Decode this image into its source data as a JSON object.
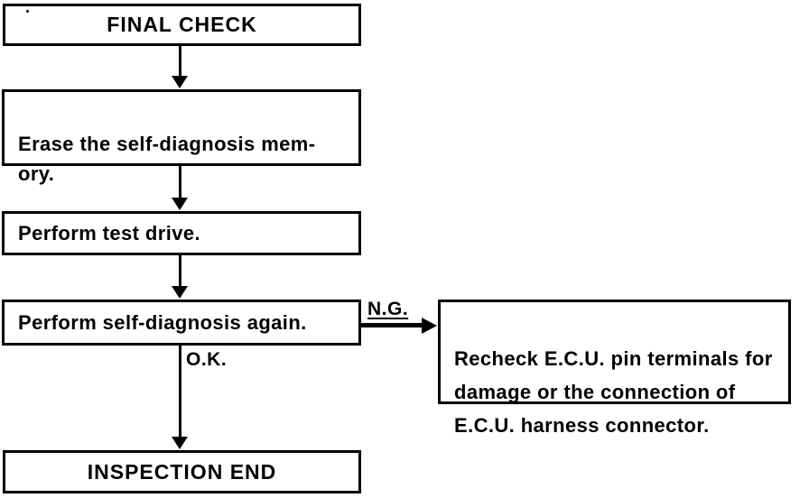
{
  "page": {
    "background_color": "#ffffff",
    "line_color": "#000000"
  },
  "flowchart": {
    "type": "vertical-procedure-flowchart",
    "nodes": [
      {
        "id": "final-check",
        "label": "FINAL CHECK"
      },
      {
        "id": "erase-memory",
        "label": "Erase the self-diagnosis mem-\nory."
      },
      {
        "id": "test-drive",
        "label": "Perform test drive."
      },
      {
        "id": "self-diagnosis-again",
        "label": "Perform self-diagnosis again."
      },
      {
        "id": "inspection-end",
        "label": "INSPECTION END"
      },
      {
        "id": "recheck-ecu",
        "label": "Recheck E.C.U. pin terminals for\ndamage or the connection of\nE.C.U. harness connector."
      }
    ],
    "edges": [
      {
        "from": "final-check",
        "to": "erase-memory",
        "label": ""
      },
      {
        "from": "erase-memory",
        "to": "test-drive",
        "label": ""
      },
      {
        "from": "test-drive",
        "to": "self-diagnosis-again",
        "label": ""
      },
      {
        "from": "self-diagnosis-again",
        "to": "recheck-ecu",
        "label": "N.G."
      },
      {
        "from": "self-diagnosis-again",
        "to": "inspection-end",
        "label": "O.K."
      }
    ]
  }
}
